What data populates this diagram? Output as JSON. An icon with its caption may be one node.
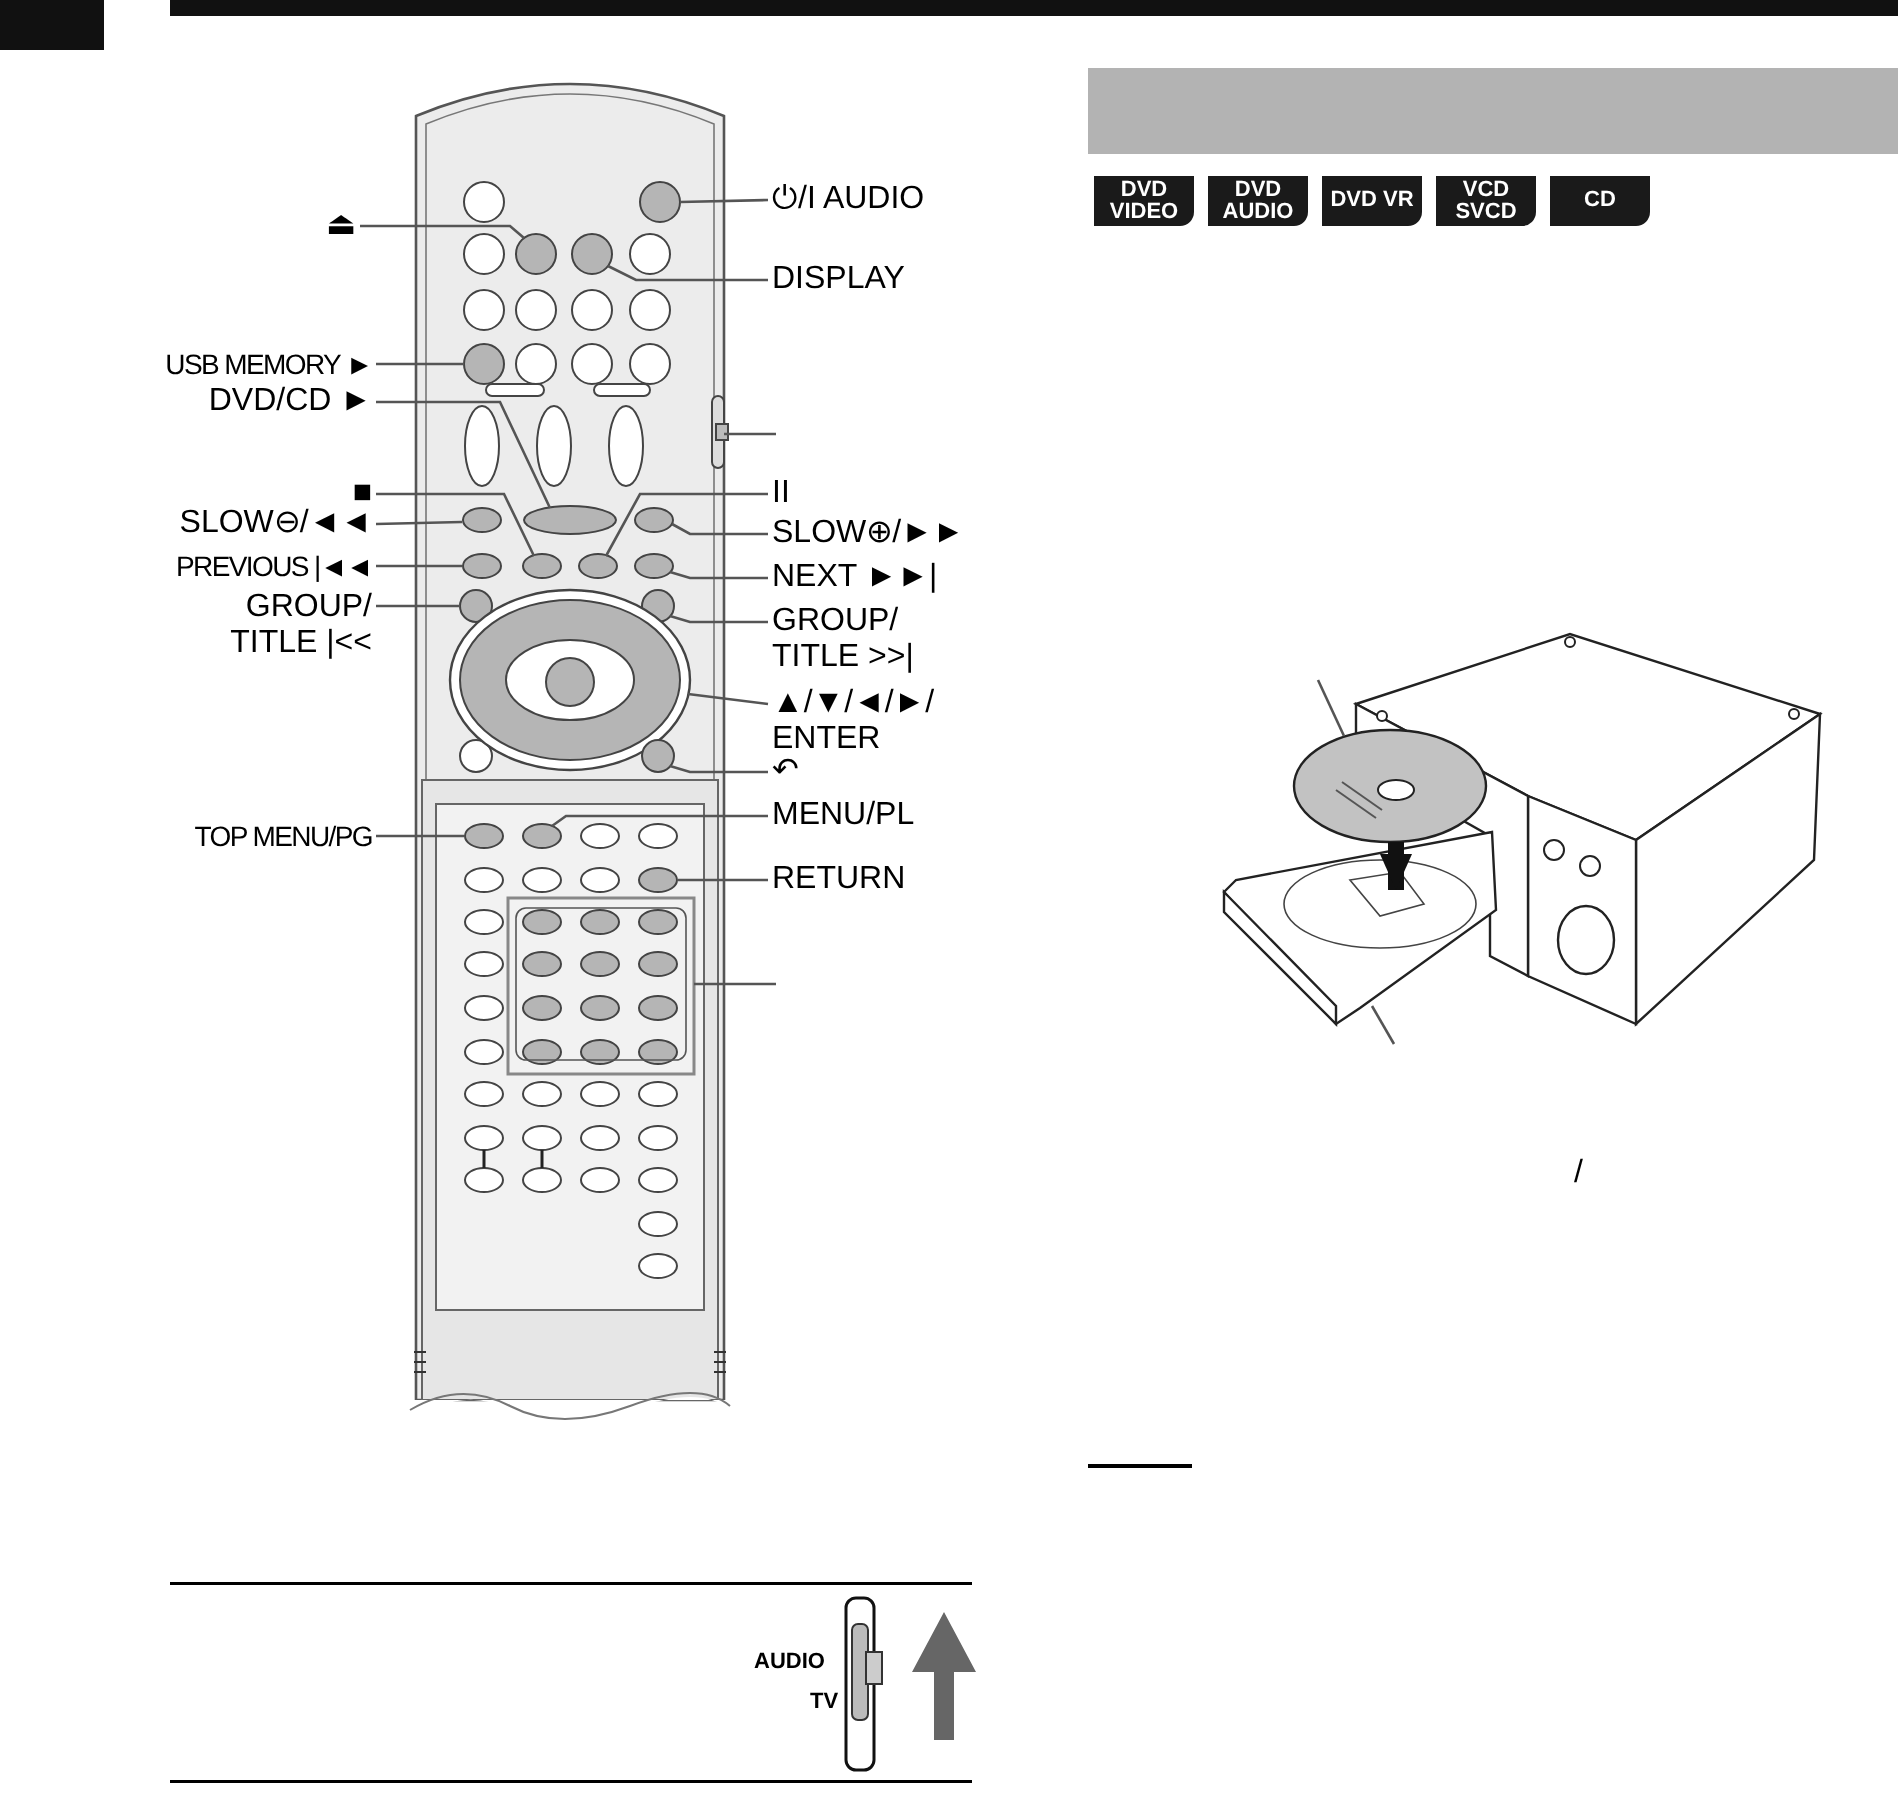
{
  "diagram": {
    "nodes": [
      {
        "text": [
          "⏻/I AUDIO"
        ]
      },
      {
        "text": [],
        "shape": "circle"
      },
      {
        "text": [
          "⏏"
        ]
      },
      {
        "text": [],
        "shape": "circle"
      },
      {
        "text": [
          "DISPLAY"
        ]
      },
      {
        "text": [],
        "shape": "circle"
      },
      {
        "text": [
          "USB MEMORY ►"
        ]
      },
      {
        "text": [],
        "shape": "circle"
      },
      {
        "text": [
          "DVD/CD ►"
        ]
      },
      {
        "text": [],
        "shape": "oval"
      },
      {
        "text": [
          "■"
        ]
      },
      {
        "text": [],
        "shape": "oval"
      },
      {
        "text": [
          "II"
        ]
      },
      {
        "text": [],
        "shape": "oval"
      },
      {
        "text": [
          "SLOW⊖/◄◄"
        ]
      },
      {
        "text": [],
        "shape": "oval"
      },
      {
        "text": [
          "SLOW⊕/►►"
        ]
      },
      {
        "text": [],
        "shape": "oval"
      },
      {
        "text": [
          "PREVIOUS |◄◄"
        ]
      },
      {
        "text": [],
        "shape": "oval"
      },
      {
        "text": [
          "NEXT ►►|"
        ]
      },
      {
        "text": [],
        "shape": "oval"
      },
      {
        "text": [
          "GROUP/ TITLE |<<"
        ]
      },
      {
        "text": [],
        "shape": "circle"
      },
      {
        "text": [
          "GROUP/ TITLE >>|"
        ]
      },
      {
        "text": [],
        "shape": "circle"
      },
      {
        "text": [
          "▲/▼/◄/►/ ENTER"
        ]
      },
      {
        "text": [],
        "shape": "ring"
      },
      {
        "text": [
          "↶"
        ]
      },
      {
        "text": [],
        "shape": "circle"
      },
      {
        "text": [
          "TOP MENU/PG"
        ]
      },
      {
        "text": [],
        "shape": "oval"
      },
      {
        "text": [
          "MENU/PL"
        ]
      },
      {
        "text": [],
        "shape": "oval"
      },
      {
        "text": [
          "RETURN"
        ]
      },
      {
        "text": [],
        "shape": "oval"
      },
      {
        "text": [],
        "shape": "switch"
      },
      {
        "text": [],
        "shape": "box"
      },
      {
        "text": [],
        "shape": "disc"
      },
      {
        "text": [],
        "shape": "tray"
      },
      {
        "text": [],
        "shape": "band"
      }
    ],
    "edges": [
      {
        "from": 0,
        "to": 1,
        "arrow": "none"
      },
      {
        "from": 2,
        "to": 3,
        "arrow": "none"
      },
      {
        "from": 4,
        "to": 5,
        "arrow": "none"
      },
      {
        "from": 6,
        "to": 7,
        "arrow": "none"
      },
      {
        "from": 8,
        "to": 9,
        "arrow": "none"
      },
      {
        "from": 10,
        "to": 11,
        "arrow": "none"
      },
      {
        "from": 12,
        "to": 13,
        "arrow": "none"
      },
      {
        "from": 14,
        "to": 15,
        "arrow": "none"
      },
      {
        "from": 16,
        "to": 17,
        "arrow": "none"
      },
      {
        "from": 18,
        "to": 19,
        "arrow": "none"
      },
      {
        "from": 20,
        "to": 21,
        "arrow": "none"
      },
      {
        "from": 22,
        "to": 23,
        "arrow": "none"
      },
      {
        "from": 24,
        "to": 25,
        "arrow": "none"
      },
      {
        "from": 26,
        "to": 27,
        "arrow": "none"
      },
      {
        "from": 28,
        "to": 29,
        "arrow": "none"
      },
      {
        "from": 30,
        "to": 31,
        "arrow": "none"
      },
      {
        "from": 32,
        "to": 33,
        "arrow": "none"
      },
      {
        "from": 34,
        "to": 35,
        "arrow": "none"
      },
      {
        "from": 36,
        "to": null,
        "arrow": "none"
      },
      {
        "from": 37,
        "to": null,
        "arrow": "none"
      },
      {
        "from": 38,
        "to": null,
        "arrow": "none"
      },
      {
        "from": 39,
        "to": null,
        "arrow": "none"
      },
      {
        "from": 38,
        "to": 39,
        "arrow": "to",
        "style": "thick",
        "color": "#111111"
      }
    ],
    "labels": [
      "DVD VIDEO",
      "DVD AUDIO",
      "DVD VR",
      "VCD SVCD",
      "CD",
      "/",
      "AUDIO",
      "TV"
    ]
  }
}
